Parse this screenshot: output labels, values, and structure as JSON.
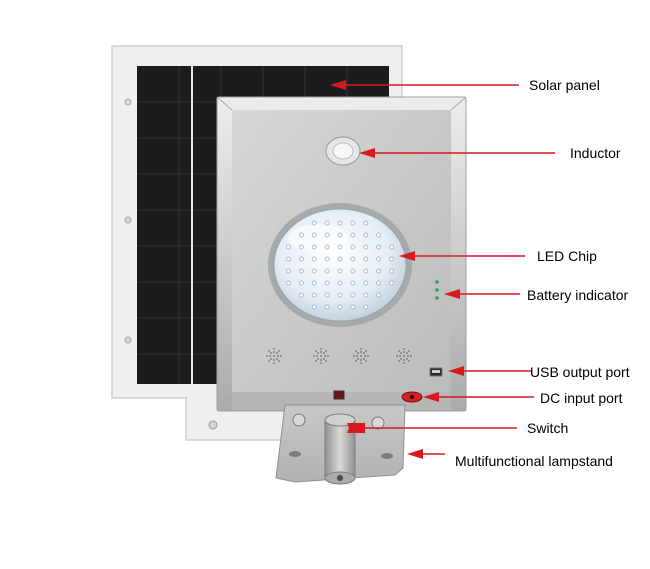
{
  "labels": {
    "solar_panel": "Solar panel",
    "inductor": "Inductor",
    "led_chip": "LED Chip",
    "battery_indicator": "Battery indicator",
    "usb_output_port": "USB output port",
    "dc_input_port": "DC input port",
    "switch": "Switch",
    "lampstand": "Multifunctional lampstand"
  },
  "colors": {
    "arrow": "#d71920",
    "lamp_body": "#c9ccc9",
    "solar_frame": "#eeeeee",
    "solar_cells": "#1c1c1e",
    "indicator_led": "#2fa35a",
    "dc_port": "#d42020"
  },
  "led_grid": {
    "rows": 8,
    "cols": 9
  }
}
